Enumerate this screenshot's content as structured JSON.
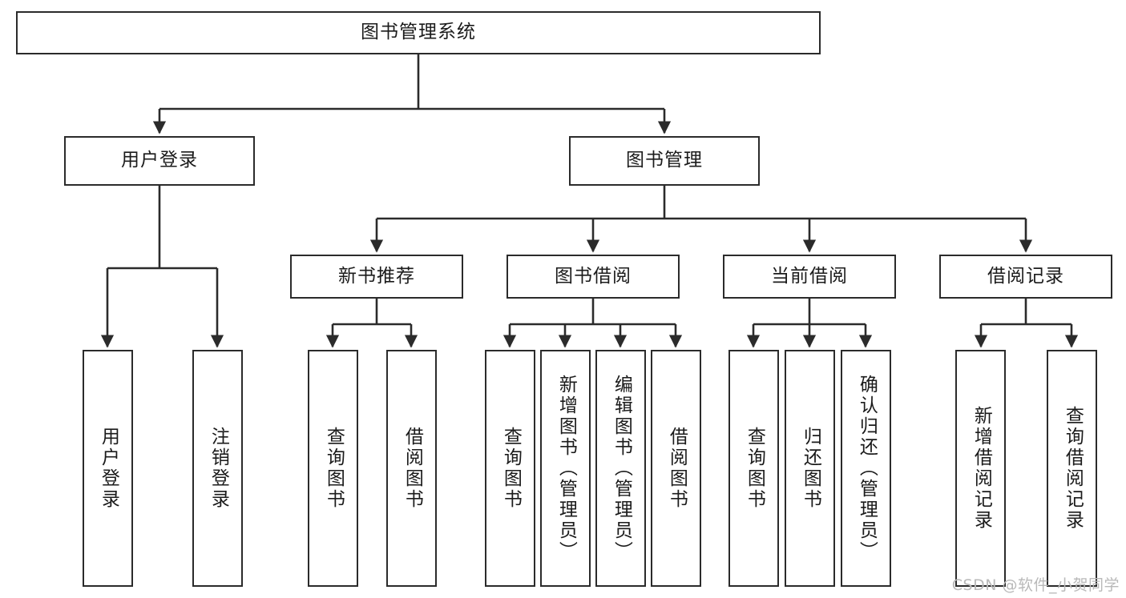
{
  "diagram": {
    "title": "图书管理系统",
    "type": "hierarchy-tree",
    "colors": {
      "box_border": "#2b2b2b",
      "box_fill": "#ffffff",
      "connector": "#2b2b2b",
      "text": "#1b1b1b",
      "watermark": "#b9b9b9",
      "background": "#ffffff"
    },
    "root": {
      "label": "图书管理系统"
    },
    "level2": [
      {
        "label": "用户登录"
      },
      {
        "label": "图书管理"
      }
    ],
    "level3": [
      {
        "label": "新书推荐"
      },
      {
        "label": "图书借阅"
      },
      {
        "label": "当前借阅"
      },
      {
        "label": "借阅记录"
      }
    ],
    "leaves": {
      "user_login": [
        {
          "label": "用户登录"
        },
        {
          "label": "注销登录"
        }
      ],
      "new_book_recommend": [
        {
          "label": "查询图书"
        },
        {
          "label": "借阅图书"
        }
      ],
      "book_borrow": [
        {
          "label": "查询图书"
        },
        {
          "label": "新增图书（管理员）"
        },
        {
          "label": "编辑图书（管理员）"
        },
        {
          "label": "借阅图书"
        }
      ],
      "current_borrow": [
        {
          "label": "查询图书"
        },
        {
          "label": "归还图书"
        },
        {
          "label": "确认归还（管理员）"
        }
      ],
      "borrow_record": [
        {
          "label": "新增借阅记录"
        },
        {
          "label": "查询借阅记录"
        }
      ]
    }
  },
  "watermark": {
    "text": "CSDN @软件_小贺同学"
  }
}
